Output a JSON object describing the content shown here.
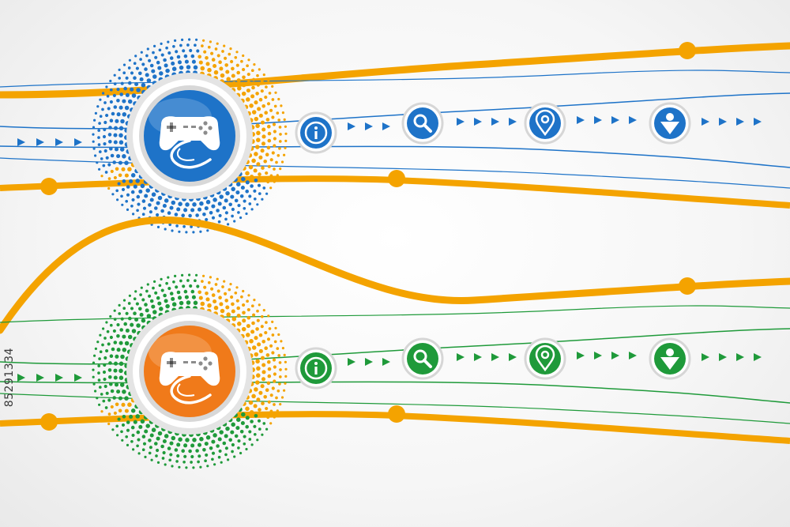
{
  "watermark": {
    "text": "85291334"
  },
  "colors": {
    "orange_line": "#f4a300",
    "blue": "#1e73c8",
    "green": "#1f9a3a",
    "orange_button": "#f07a1a",
    "ring": "#cfcfcf"
  },
  "rows": [
    {
      "name": "blue-row",
      "accent": "#1e73c8",
      "button_color": "#1e73c8",
      "dots_a": "#1e73c8",
      "dots_b": "#f4a300",
      "main_icon": "gamepad-icon",
      "steps": [
        "info-icon",
        "search-icon",
        "location-pin-icon",
        "user-badge-icon"
      ]
    },
    {
      "name": "orange-row",
      "accent": "#1f9a3a",
      "button_color": "#f07a1a",
      "dots_a": "#1f9a3a",
      "dots_b": "#f4a300",
      "main_icon": "gamepad-icon",
      "steps": [
        "info-icon",
        "search-icon",
        "location-pin-icon",
        "user-badge-icon"
      ]
    }
  ]
}
